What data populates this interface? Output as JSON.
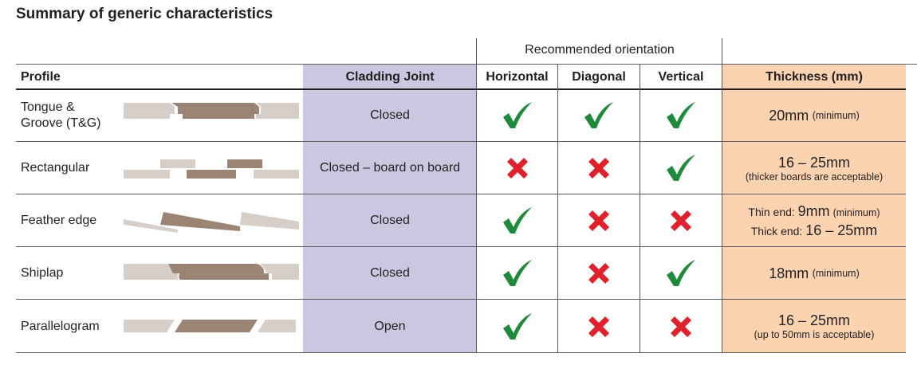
{
  "title": "Summary of generic characteristics",
  "group_header": "Recommended orientation",
  "headers": {
    "profile": "Profile",
    "joint": "Cladding Joint",
    "horizontal": "Horizontal",
    "diagonal": "Diagonal",
    "vertical": "Vertical",
    "thickness": "Thickness (mm)"
  },
  "colors": {
    "joint_bg": "#c9c8e0",
    "thickness_bg": "#fbd3b0",
    "tick": "#1f8a3c",
    "cross": "#e0202a",
    "board_light": "#d6cec8",
    "board_dark": "#9c8474"
  },
  "rows": [
    {
      "profile": "Tongue & Groove (T&G)",
      "profile_line1": "Tongue &",
      "profile_line2": "Groove (T&G)",
      "icon": "tongue-groove-profile-icon",
      "joint": "Closed",
      "horizontal": "tick",
      "diagonal": "tick",
      "vertical": "tick",
      "thick_main": "20mm",
      "thick_note": "(minimum)"
    },
    {
      "profile": "Rectangular",
      "icon": "rectangular-profile-icon",
      "joint": "Closed – board on board",
      "horizontal": "cross",
      "diagonal": "cross",
      "vertical": "tick",
      "thick_main": "16 – 25mm",
      "thick_note": "(thicker boards are acceptable)"
    },
    {
      "profile": "Feather edge",
      "icon": "feather-edge-profile-icon",
      "joint": "Closed",
      "horizontal": "tick",
      "diagonal": "cross",
      "vertical": "cross",
      "thin_label": "Thin end:",
      "thin_value": "9mm",
      "thin_note": "(minimum)",
      "thick_label": "Thick end:",
      "thick_value": "16 – 25mm"
    },
    {
      "profile": "Shiplap",
      "icon": "shiplap-profile-icon",
      "joint": "Closed",
      "horizontal": "tick",
      "diagonal": "cross",
      "vertical": "tick",
      "thick_main": "18mm",
      "thick_note": "(minimum)"
    },
    {
      "profile": "Parallelogram",
      "icon": "parallelogram-profile-icon",
      "joint": "Open",
      "horizontal": "tick",
      "diagonal": "cross",
      "vertical": "cross",
      "thick_main": "16 – 25mm",
      "thick_note": "(up to 50mm is acceptable)"
    }
  ]
}
